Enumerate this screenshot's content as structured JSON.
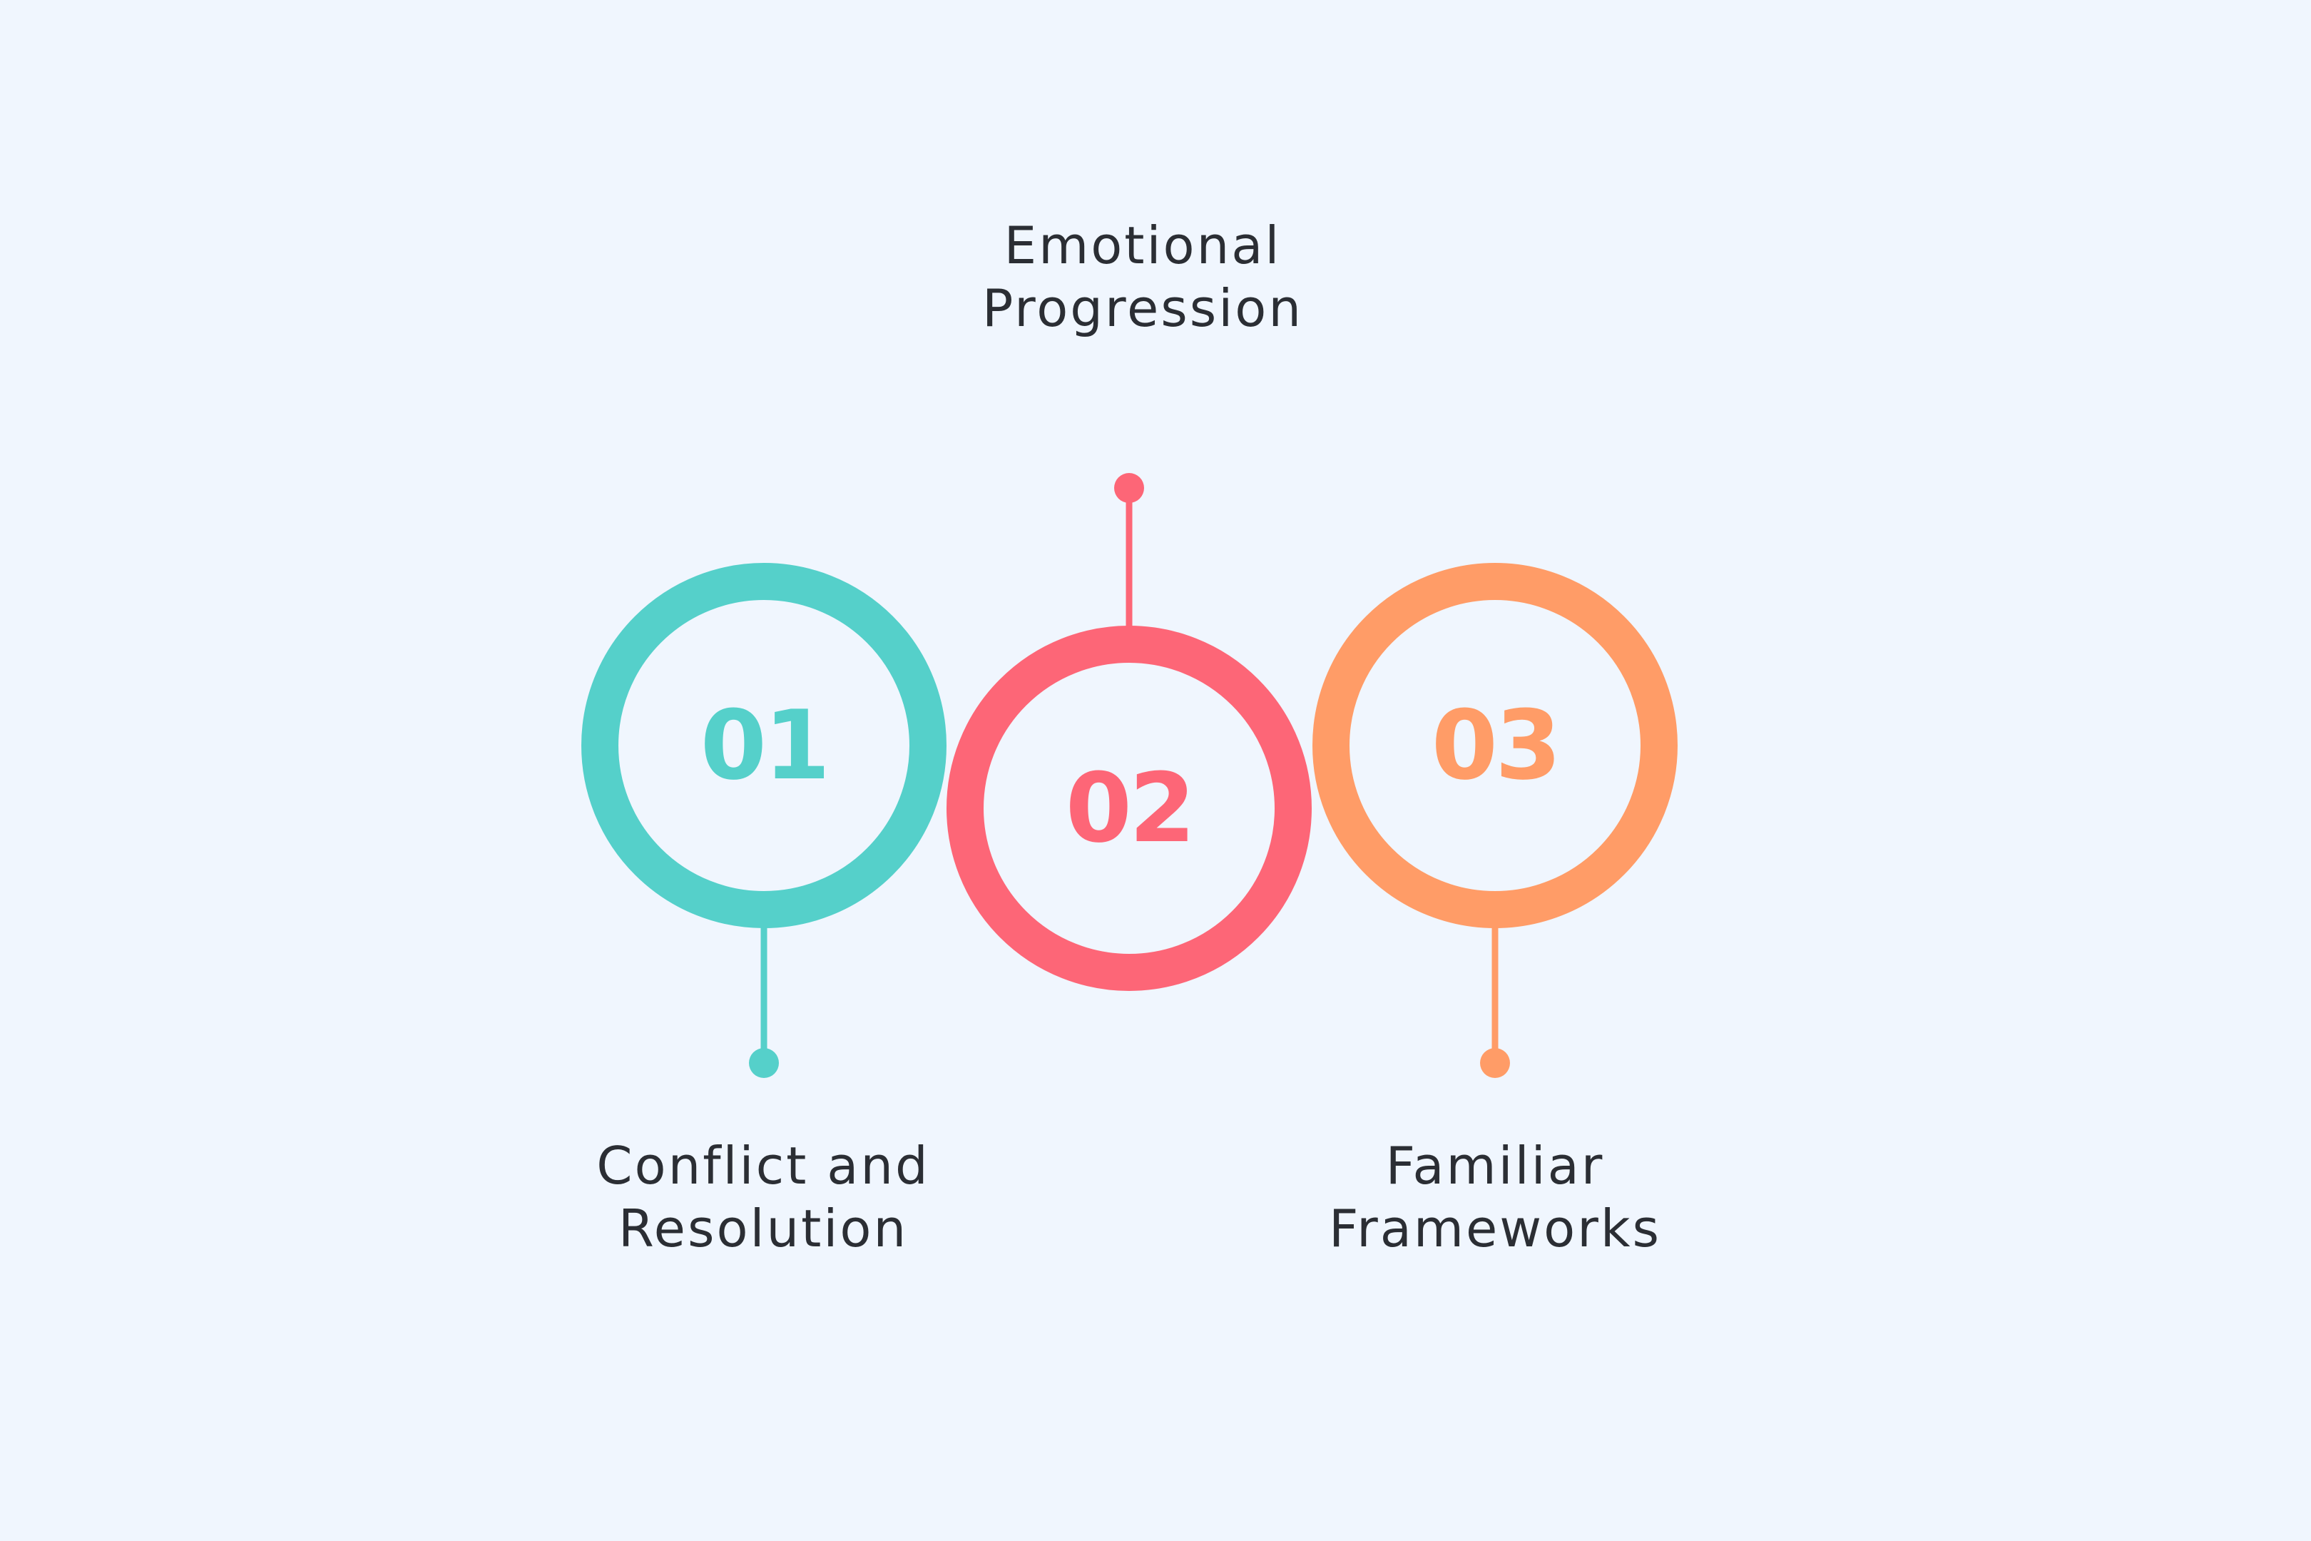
{
  "steps": [
    {
      "number": "01",
      "label_lines": [
        "Conflict and",
        "Resolution"
      ],
      "color": "#55d0ca",
      "label_position": "below"
    },
    {
      "number": "02",
      "label_lines": [
        "Emotional",
        "Progression"
      ],
      "color": "#fd6677",
      "label_position": "above"
    },
    {
      "number": "03",
      "label_lines": [
        "Familiar",
        "Frameworks"
      ],
      "color": "#ff9c67",
      "label_position": "below"
    }
  ],
  "background_color": "#f0f6fe",
  "text_color": "#2b2e34"
}
